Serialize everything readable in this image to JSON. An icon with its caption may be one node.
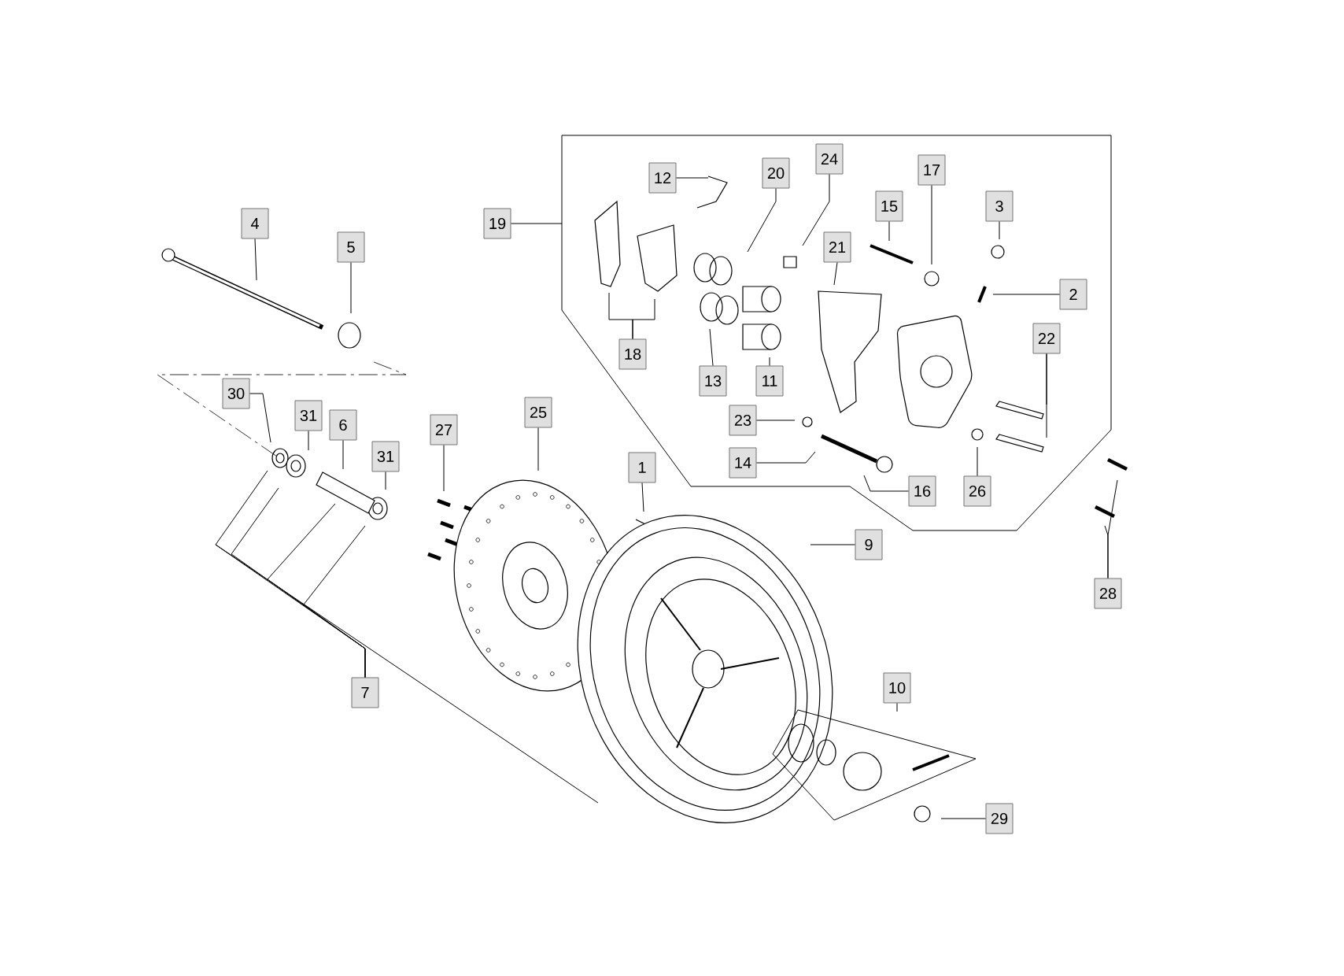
{
  "diagram": {
    "nodes": [
      {
        "text": [
          "24"
        ]
      },
      {
        "text": [
          "17"
        ]
      },
      {
        "text": [
          "20"
        ]
      },
      {
        "text": [
          "12"
        ]
      },
      {
        "text": [
          "15"
        ]
      },
      {
        "text": [
          "3"
        ]
      },
      {
        "text": [
          "4"
        ]
      },
      {
        "text": [
          "19"
        ]
      },
      {
        "text": [
          "5"
        ]
      },
      {
        "text": [
          "21"
        ]
      },
      {
        "text": [
          "2"
        ]
      },
      {
        "text": [
          "22"
        ]
      },
      {
        "text": [
          "18"
        ]
      },
      {
        "text": [
          "13"
        ]
      },
      {
        "text": [
          "11"
        ]
      },
      {
        "text": [
          "30"
        ]
      },
      {
        "text": [
          "31"
        ]
      },
      {
        "text": [
          "25"
        ]
      },
      {
        "text": [
          "23"
        ]
      },
      {
        "text": [
          "6"
        ]
      },
      {
        "text": [
          "27"
        ]
      },
      {
        "text": [
          "31"
        ]
      },
      {
        "text": [
          "14"
        ]
      },
      {
        "text": [
          "1"
        ]
      },
      {
        "text": [
          "16"
        ]
      },
      {
        "text": [
          "26"
        ]
      },
      {
        "text": [
          "9"
        ]
      },
      {
        "text": [
          "28"
        ]
      },
      {
        "text": [
          "7"
        ]
      },
      {
        "text": [
          "10"
        ]
      },
      {
        "text": [
          "29"
        ]
      }
    ],
    "edges": [
      {
        "from": 0,
        "to": null,
        "arrow": "none"
      },
      {
        "from": 1,
        "to": null,
        "arrow": "none"
      },
      {
        "from": 2,
        "to": null,
        "arrow": "none"
      },
      {
        "from": 3,
        "to": null,
        "arrow": "none"
      },
      {
        "from": 4,
        "to": null,
        "arrow": "none"
      },
      {
        "from": 5,
        "to": null,
        "arrow": "none"
      },
      {
        "from": 6,
        "to": null,
        "arrow": "none"
      },
      {
        "from": 7,
        "to": null,
        "arrow": "none"
      },
      {
        "from": 8,
        "to": null,
        "arrow": "none"
      },
      {
        "from": 9,
        "to": null,
        "arrow": "none"
      },
      {
        "from": 10,
        "to": null,
        "arrow": "none"
      },
      {
        "from": 11,
        "to": null,
        "arrow": "none"
      },
      {
        "from": 11,
        "to": null,
        "arrow": "none"
      },
      {
        "from": 12,
        "to": null,
        "arrow": "none"
      },
      {
        "from": 12,
        "to": null,
        "arrow": "none"
      },
      {
        "from": 13,
        "to": null,
        "arrow": "none"
      },
      {
        "from": 14,
        "to": null,
        "arrow": "none"
      },
      {
        "from": 15,
        "to": null,
        "arrow": "none"
      },
      {
        "from": 16,
        "to": null,
        "arrow": "none"
      },
      {
        "from": 17,
        "to": null,
        "arrow": "none"
      },
      {
        "from": 18,
        "to": null,
        "arrow": "none"
      },
      {
        "from": 19,
        "to": null,
        "arrow": "none"
      },
      {
        "from": 20,
        "to": null,
        "arrow": "none"
      },
      {
        "from": 21,
        "to": null,
        "arrow": "none"
      },
      {
        "from": 22,
        "to": null,
        "arrow": "none"
      },
      {
        "from": 23,
        "to": null,
        "arrow": "none"
      },
      {
        "from": 24,
        "to": null,
        "arrow": "none"
      },
      {
        "from": 25,
        "to": null,
        "arrow": "none"
      },
      {
        "from": 26,
        "to": null,
        "arrow": "none"
      },
      {
        "from": 27,
        "to": null,
        "arrow": "none"
      },
      {
        "from": 27,
        "to": null,
        "arrow": "none"
      },
      {
        "from": 28,
        "to": null,
        "arrow": "none"
      },
      {
        "from": 28,
        "to": null,
        "arrow": "none"
      },
      {
        "from": 28,
        "to": null,
        "arrow": "none"
      },
      {
        "from": 28,
        "to": null,
        "arrow": "none"
      },
      {
        "from": 29,
        "to": null,
        "arrow": "none"
      },
      {
        "from": 30,
        "to": null,
        "arrow": "none"
      }
    ]
  }
}
